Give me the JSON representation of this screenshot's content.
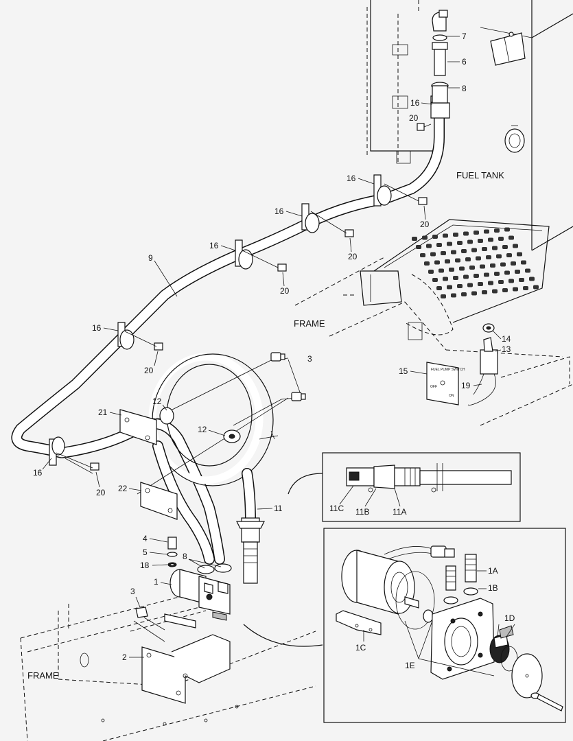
{
  "labels": {
    "fuel_tank": "FUEL TANK",
    "frame_upper": "FRAME",
    "frame_lower": "FRAME",
    "callout_7": "7",
    "callout_6": "6",
    "callout_8_top": "8",
    "callout_16_a": "16",
    "callout_20_a": "20",
    "callout_16_b": "16",
    "callout_20_b": "20",
    "callout_16_c": "16",
    "callout_20_c": "20",
    "callout_16_d": "16",
    "callout_20_d": "20",
    "callout_9": "9",
    "callout_16_e": "16",
    "callout_20_e": "20",
    "callout_14": "14",
    "callout_13": "13",
    "callout_15": "15",
    "callout_19": "19",
    "callout_3_top": "3",
    "callout_12_a": "12",
    "callout_12_b": "12",
    "callout_21": "21",
    "callout_16_f": "16",
    "callout_20_f": "20",
    "callout_22": "22",
    "callout_11": "11",
    "callout_4": "4",
    "callout_5": "5",
    "callout_18": "18",
    "callout_8_bottom": "8",
    "callout_1": "1",
    "callout_3_bottom": "3",
    "callout_2": "2",
    "inset1_11C": "11C",
    "inset1_11B": "11B",
    "inset1_11A": "11A",
    "inset2_1A": "1A",
    "inset2_1B": "1B",
    "inset2_1C": "1C",
    "inset2_1D": "1D",
    "inset2_1E": "1E"
  },
  "switch_plate": {
    "title": "FUEL PUMP SWITCH",
    "off": "OFF",
    "on": "ON"
  }
}
